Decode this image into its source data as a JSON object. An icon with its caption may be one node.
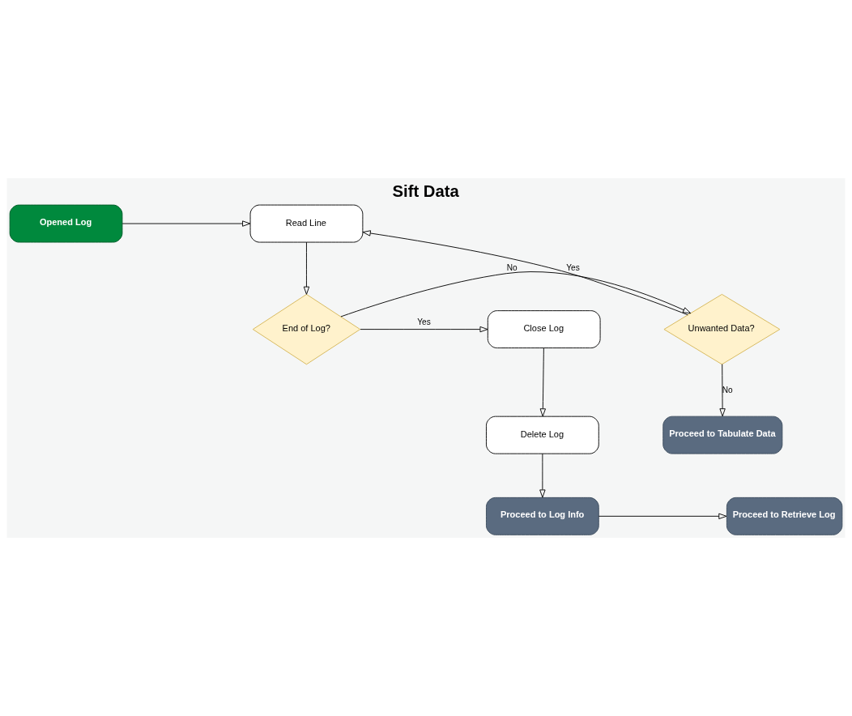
{
  "diagram": {
    "title": "Sift Data",
    "nodes": [
      {
        "text": [
          "Opened Log"
        ]
      },
      {
        "text": [
          "Read Line"
        ]
      },
      {
        "text": [
          "End of Log?"
        ]
      },
      {
        "text": [
          "Unwanted Data?"
        ]
      },
      {
        "text": [
          "Close Log"
        ]
      },
      {
        "text": [
          "Delete Log"
        ]
      },
      {
        "text": [
          "Proceed to Tabulate Data"
        ]
      },
      {
        "text": [
          "Proceed to Log Info"
        ]
      },
      {
        "text": [
          "Proceed to Retrieve Log"
        ]
      }
    ],
    "edges": [
      {
        "from": 0,
        "to": 1,
        "arrow": "to"
      },
      {
        "from": 1,
        "to": 2,
        "arrow": "to"
      },
      {
        "from": 2,
        "to": 4,
        "arrow": "to",
        "label": "Yes"
      },
      {
        "from": 2,
        "to": 3,
        "arrow": "to",
        "label": "No"
      },
      {
        "from": 3,
        "to": 1,
        "arrow": "to",
        "label": "Yes"
      },
      {
        "from": 3,
        "to": 6,
        "arrow": "to",
        "label": "No"
      },
      {
        "from": 4,
        "to": 5,
        "arrow": "to"
      },
      {
        "from": 5,
        "to": 7,
        "arrow": "to"
      },
      {
        "from": 7,
        "to": 8,
        "arrow": "to"
      }
    ]
  }
}
